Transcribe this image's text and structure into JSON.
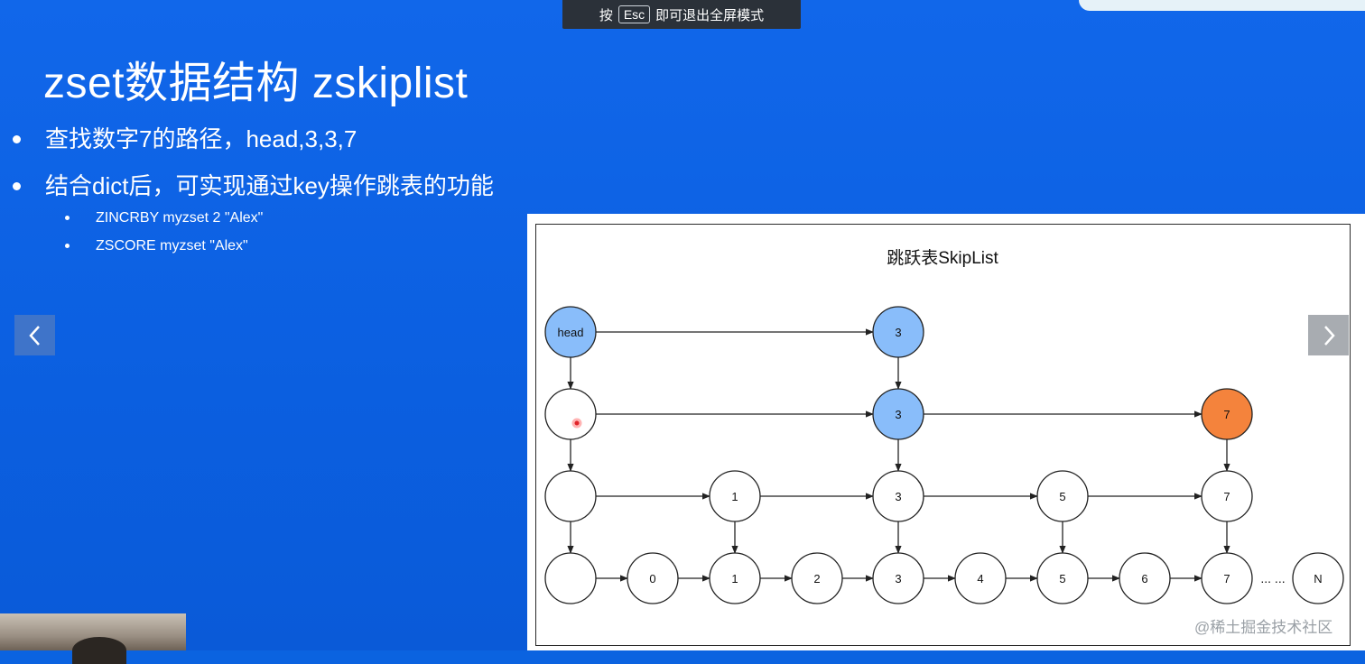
{
  "esc_banner": {
    "prefix": "按",
    "key": "Esc",
    "suffix": "即可退出全屏模式"
  },
  "slide": {
    "title": "zset数据结构 zskiplist",
    "bullets": [
      "查找数字7的路径，head,3,3,7",
      "结合dict后，可实现通过key操作跳表的功能"
    ],
    "sub_bullets": [
      "ZINCRBY myzset 2 \"Alex\"",
      "ZSCORE myzset \"Alex\""
    ]
  },
  "figure": {
    "title": "跳跃表SkipList",
    "ellipsis": "... ...",
    "levels": [
      [
        "head",
        "3"
      ],
      [
        "",
        "3",
        "7"
      ],
      [
        "",
        "1",
        "3",
        "5",
        "7"
      ],
      [
        "",
        "0",
        "1",
        "2",
        "3",
        "4",
        "5",
        "6",
        "7",
        "N"
      ]
    ],
    "colors": {
      "path": "#89bdfa",
      "target": "#f4833c",
      "node": "#ffffff",
      "stroke": "#222222"
    }
  },
  "navigation": {
    "prev_icon": "chevron-left-icon",
    "next_icon": "chevron-right-icon"
  },
  "watermark": "@稀土掘金技术社区",
  "colors": {
    "slide_bg": "#0b63e0"
  }
}
